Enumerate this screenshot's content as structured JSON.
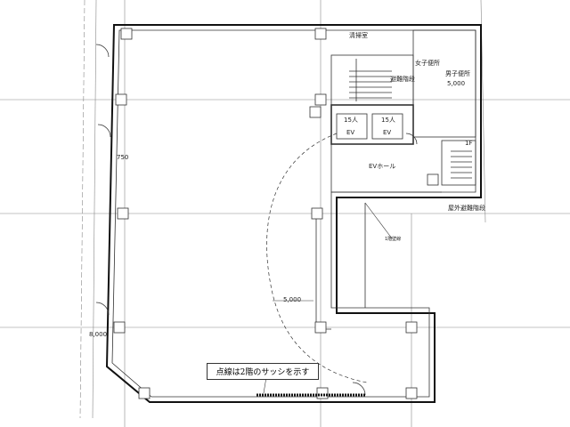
{
  "labels": {
    "cleaning_room": "清掃室",
    "womens_toilet": "女子便所",
    "mens_toilet": "男子便所",
    "toilet_dim": "5,000",
    "stairs": "避難階段",
    "ev1_capacity": "15人",
    "ev2_capacity": "15人",
    "ev1": "EV",
    "ev2": "EV",
    "ev_hall": "EVホール",
    "outdoor_stairs": "屋外避難階段",
    "floor_1f": "1F",
    "wall_line": "1階壁線",
    "dim_5000": "5,000",
    "dim_750": "750",
    "dim_8000": "8,000",
    "note": "点線は2階のサッシを示す"
  }
}
